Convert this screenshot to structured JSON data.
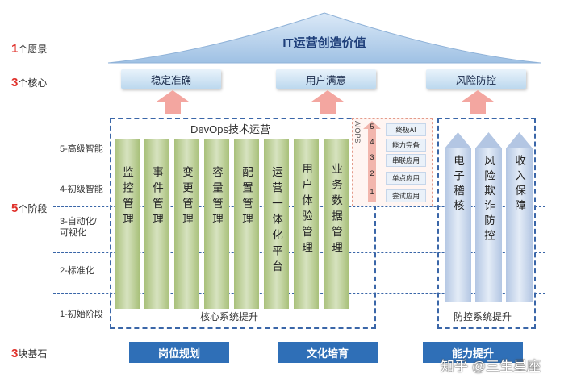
{
  "left_labels": {
    "vision": {
      "num": "1",
      "text": "个愿景"
    },
    "core": {
      "num": "3",
      "text": "个核心"
    },
    "stages": {
      "num": "5",
      "text": "个阶段"
    },
    "foundation": {
      "num": "3",
      "text": "块基石"
    }
  },
  "roof": {
    "title": "IT运营创造价值"
  },
  "core_values": [
    "稳定准确",
    "用户满意",
    "风险防控"
  ],
  "stages": [
    "5-高级智能",
    "4-初级智能",
    "3-自动化/\n可视化",
    "2-标准化",
    "1-初始阶段"
  ],
  "devops": {
    "title": "DevOps技术运营",
    "columns": [
      "监控管理",
      "事件管理",
      "变更管理",
      "容量管理",
      "配置管理",
      "运营一体化平台",
      "用户体验管理",
      "业务数据管理"
    ],
    "footer": "核心系统提升"
  },
  "aiops": {
    "label": "AIOPS",
    "levels": [
      {
        "num": "5",
        "text": "终极AI"
      },
      {
        "num": "4",
        "text": "能力完备"
      },
      {
        "num": "3",
        "text": "串联应用"
      },
      {
        "num": "2",
        "text": "单点应用"
      },
      {
        "num": "1",
        "text": "尝试应用"
      }
    ]
  },
  "risk": {
    "columns": [
      "电子稽核",
      "风险欺诈防控",
      "收入保障"
    ],
    "footer": "防控系统提升"
  },
  "foundations": [
    "岗位规划",
    "文化培育",
    "能力提升"
  ],
  "watermark": "知乎 @三生星座",
  "colors": {
    "accent_red": "#e0302a",
    "roof": "#b9d3ec",
    "foundation": "#2f6fb7",
    "green": "#a8c07a",
    "blue_arrow": "#b3c6e3"
  }
}
